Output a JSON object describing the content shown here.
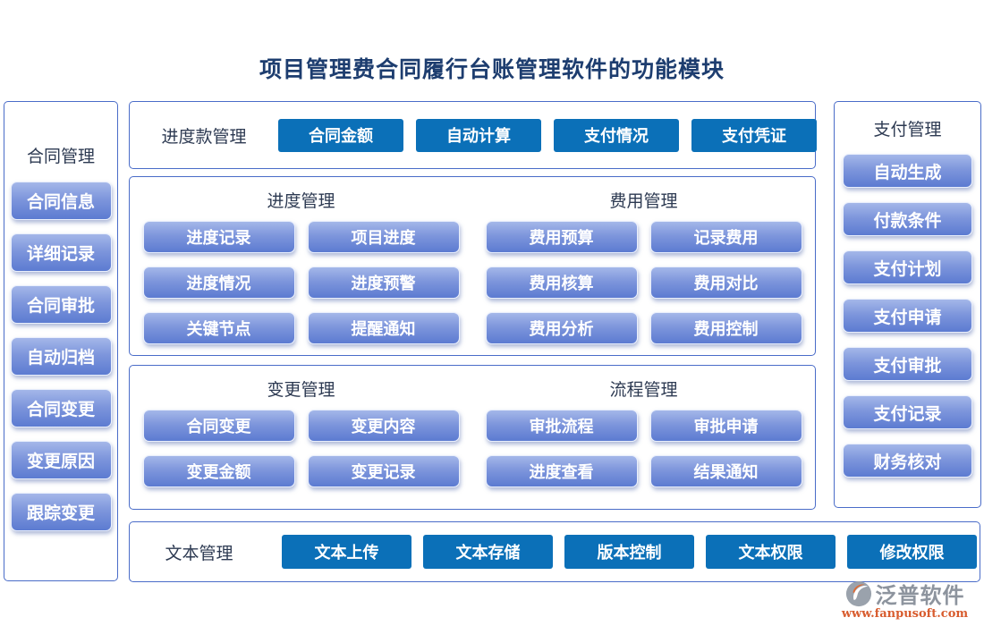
{
  "title": "项目管理费合同履行台账管理软件的功能模块",
  "colors": {
    "flat_button_blue": "#0b70b8",
    "gradient_button_top": "#a4b7e9",
    "gradient_button_bottom": "#5c7bd1",
    "panel_border": "#4a6cc8",
    "title_text": "#1d3d6f",
    "header_text": "#2d3a52",
    "brand_gray": "#8d949e",
    "brand_orange": "#d85c2e"
  },
  "left_panel": {
    "header": "合同管理",
    "buttons": [
      "合同信息",
      "详细记录",
      "合同审批",
      "自动归档",
      "合同变更",
      "变更原因",
      "跟踪变更"
    ]
  },
  "progress_payment_row": {
    "label": "进度款管理",
    "buttons": [
      "合同金额",
      "自动计算",
      "支付情况",
      "支付凭证"
    ]
  },
  "middle_top": {
    "groups": [
      {
        "header": "进度管理",
        "buttons": [
          "进度记录",
          "项目进度",
          "进度情况",
          "进度预警",
          "关键节点",
          "提醒通知"
        ]
      },
      {
        "header": "费用管理",
        "buttons": [
          "费用预算",
          "记录费用",
          "费用核算",
          "费用对比",
          "费用分析",
          "费用控制"
        ]
      }
    ]
  },
  "middle_bottom": {
    "groups": [
      {
        "header": "变更管理",
        "buttons": [
          "合同变更",
          "变更内容",
          "变更金额",
          "变更记录"
        ]
      },
      {
        "header": "流程管理",
        "buttons": [
          "审批流程",
          "审批申请",
          "进度查看",
          "结果通知"
        ]
      }
    ]
  },
  "text_row": {
    "label": "文本管理",
    "buttons": [
      "文本上传",
      "文本存储",
      "版本控制",
      "文本权限",
      "修改权限"
    ]
  },
  "right_panel": {
    "header": "支付管理",
    "buttons": [
      "自动生成",
      "付款条件",
      "支付计划",
      "支付申请",
      "支付审批",
      "支付记录",
      "财务核对"
    ]
  },
  "footer": {
    "brand": "泛普软件",
    "url": "www.fanpusoft.com"
  }
}
